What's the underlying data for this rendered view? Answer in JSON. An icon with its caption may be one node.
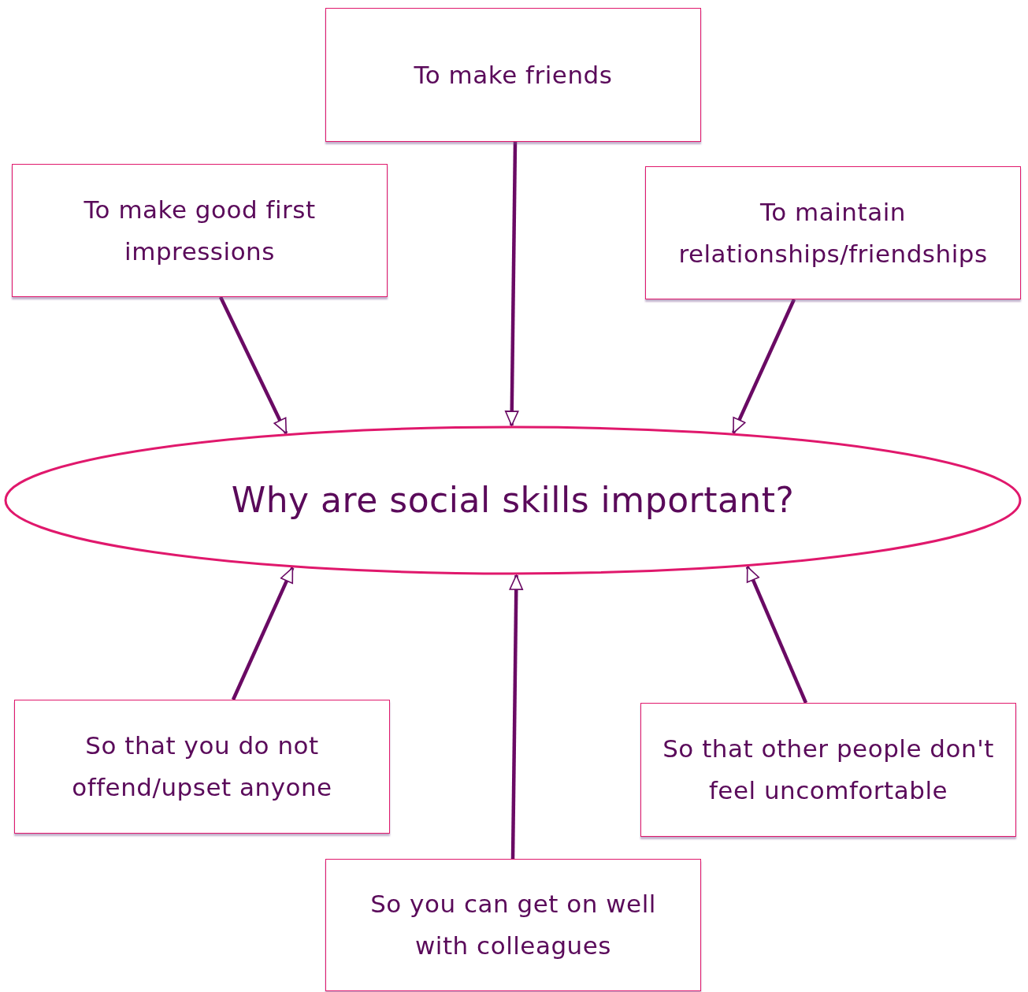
{
  "diagram": {
    "nodes": [
      {
        "text": [
          "To make friends"
        ]
      },
      {
        "text": [
          "To make good first impressions"
        ]
      },
      {
        "text": [
          "To maintain relationships/friendships"
        ]
      },
      {
        "text": [
          "Why are social skills important?"
        ]
      },
      {
        "text": [
          "So that you do not offend/upset anyone"
        ]
      },
      {
        "text": [
          "So that other people don't feel uncomfortable"
        ]
      },
      {
        "text": [
          "So you can get on well with colleagues"
        ]
      }
    ],
    "edges": [
      {
        "from": 0,
        "to": 3,
        "arrow": "to"
      },
      {
        "from": 1,
        "to": 3,
        "arrow": "to"
      },
      {
        "from": 2,
        "to": 3,
        "arrow": "to"
      },
      {
        "from": 4,
        "to": 3,
        "arrow": "to"
      },
      {
        "from": 6,
        "to": 3,
        "arrow": "to"
      },
      {
        "from": 5,
        "to": 3,
        "arrow": "to"
      }
    ]
  }
}
